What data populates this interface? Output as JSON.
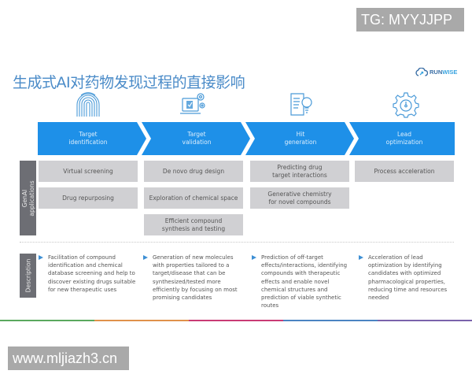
{
  "watermarks": {
    "top": "TG: MYYJJPP",
    "bottom": "www.mljiazh3.cn"
  },
  "header": {
    "title": "生成式AI对药物发现过程的直接影响",
    "logo": {
      "part1": "RUN",
      "part2": "WISE",
      "icon": "cloud-arrow-icon"
    }
  },
  "colors": {
    "arrow_blue": "#1e90e8",
    "title_blue": "#4a8bc8",
    "gray_box": "#d0d0d3",
    "side_tab": "#6d6e74",
    "bullet_blue": "#3d8fd4",
    "rainbow": [
      "#5aa85e",
      "#e0914a",
      "#c93b74",
      "#4a84c2",
      "#7a62ab"
    ]
  },
  "stages": [
    {
      "label": "Target\nidentification",
      "icon": "fingerprint-icon"
    },
    {
      "label": "Target\nvalidation",
      "icon": "laptop-gears-icon"
    },
    {
      "label": "Hit\ngeneration",
      "icon": "document-lightbulb-icon"
    },
    {
      "label": "Lead\noptimization",
      "icon": "gear-gauge-icon"
    }
  ],
  "side_tabs": {
    "applications": "GenAI\napplications",
    "description": "Description"
  },
  "applications": [
    [
      "Virtual screening",
      "Drug repurposing"
    ],
    [
      "De novo drug design",
      "Exploration of chemical space",
      "Efficient compound\nsynthesis and testing"
    ],
    [
      "Predicting drug\ntarget interactions",
      "Generative chemistry\nfor novel compounds"
    ],
    [
      "Process acceleration"
    ]
  ],
  "descriptions": [
    "Facilitation of compound identification and chemical database screening and help to discover existing drugs suitable for new therapeutic uses",
    "Generation of new molecules with properties tailored to a target/disease that can be synthesized/tested more efficiently by focusing on most promising candidates",
    "Prediction of off-target effects/interactions, identifying compounds with therapeutic effects and enable novel chemical structures and prediction of viable synthetic routes",
    "Acceleration of lead optimization by identifying candidates with optimized pharmacological properties, reducing time and resources needed"
  ]
}
